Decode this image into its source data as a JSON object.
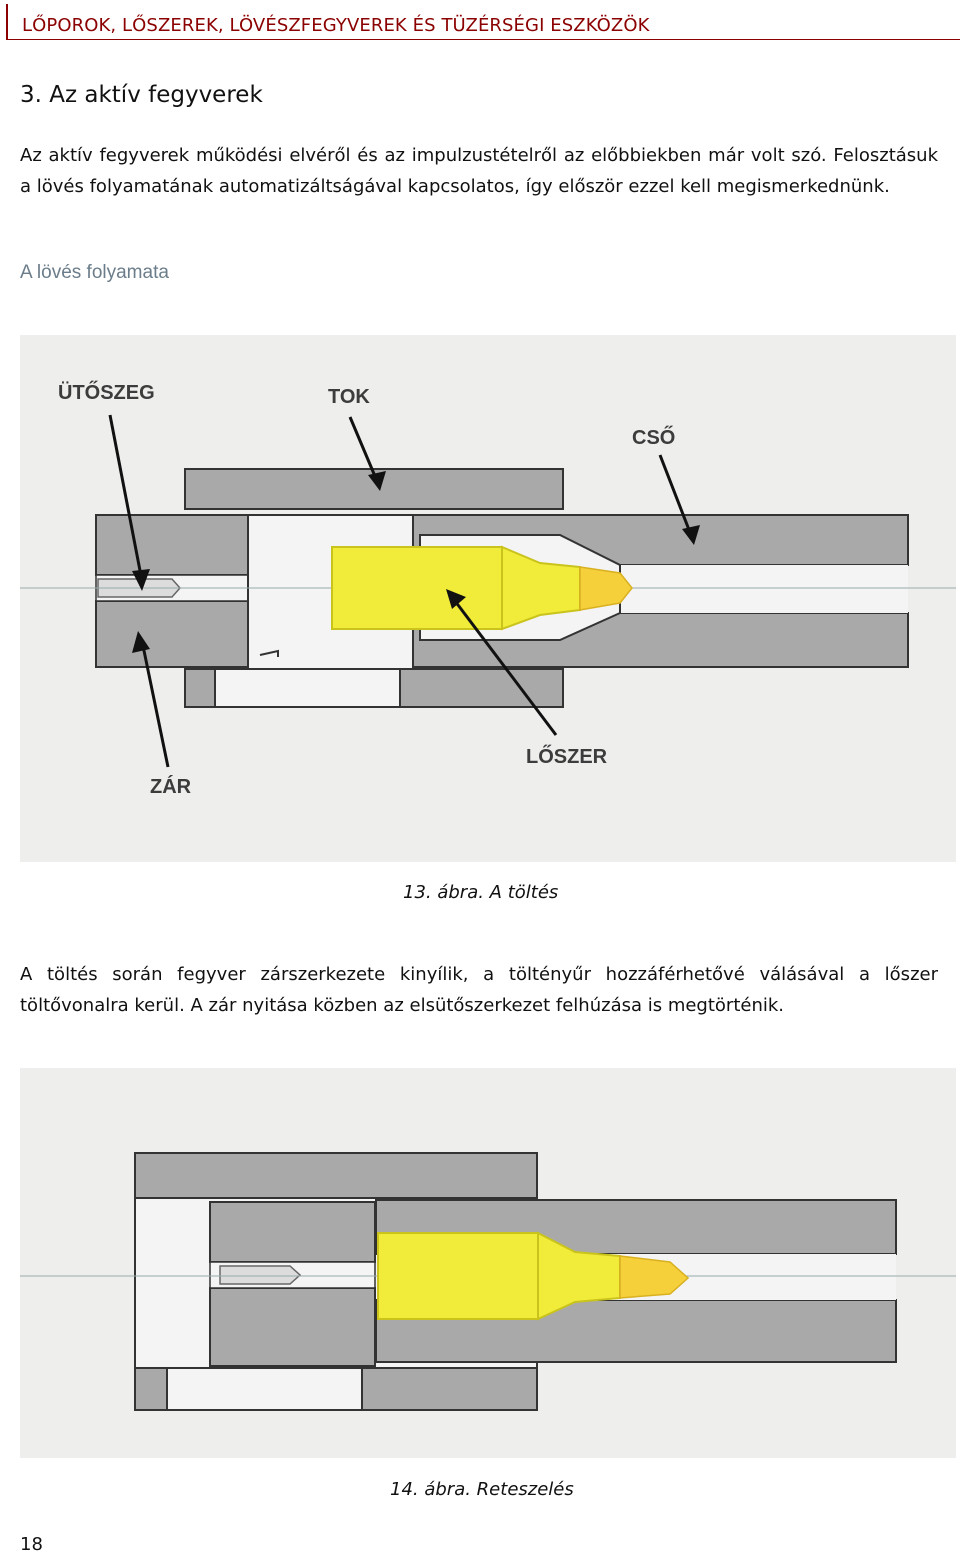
{
  "header": {
    "running_title": "LŐPOROK, LŐSZEREK, LÖVÉSZFEGYVEREK ÉS TÜZÉRSÉGI ESZKÖZÖK"
  },
  "chapter": {
    "title": "3. Az aktív fegyverek"
  },
  "intro_paragraph": "Az aktív fegyverek működési elvéről és az impulzustételről az előbbiekben már volt szó. Felosztásuk a lövés folyamatának automatizáltságával kapcsolatos, így először ezzel kell megismerkednünk.",
  "section": {
    "heading": "A lövés folyamata"
  },
  "figure_13": {
    "labels": {
      "firing_pin": "ÜTŐSZEG",
      "receiver": "TOK",
      "barrel": "CSŐ",
      "cartridge": "LŐSZER",
      "bolt": "ZÁR"
    },
    "caption": "13. ábra. A töltés",
    "colors": {
      "metal": "#a9a9a9",
      "cartridge": "#f1ec3a",
      "bullet": "#f5d03a",
      "background": "#eeeeed"
    }
  },
  "loading_paragraph": "A töltés során fegyver zárszerkezete kinyílik, a töltényűr hozzáférhetővé válásával a lőszer töltővonalra kerül. A zár nyitása közben az elsütőszerkezet felhúzása is megtörténik.",
  "figure_14": {
    "caption": "14. ábra. Reteszelés"
  },
  "footer": {
    "page_number": "18"
  }
}
